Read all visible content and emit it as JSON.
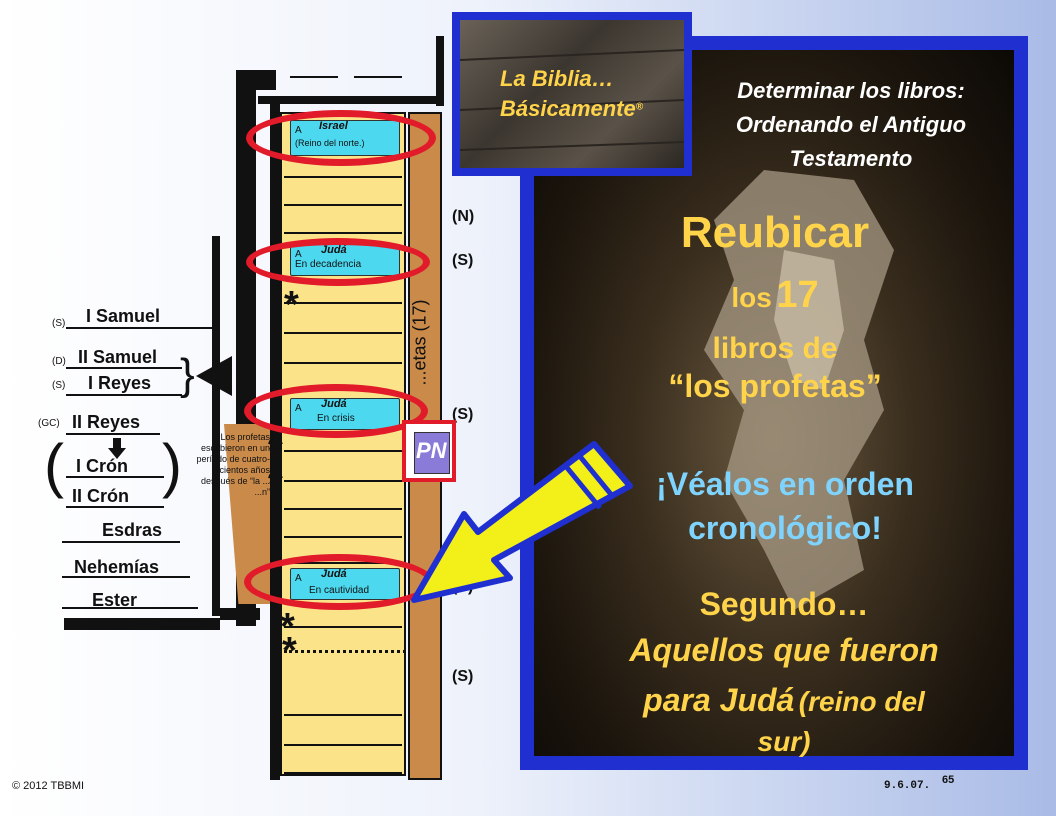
{
  "left_column": {
    "books": [
      {
        "tag": "(S)",
        "name": "I Samuel"
      },
      {
        "tag": "(D)",
        "name": "II Samuel"
      },
      {
        "tag": "(S)",
        "name": "I Reyes"
      },
      {
        "tag": "(GC)",
        "name": "II Reyes"
      },
      {
        "tag": "",
        "name": "I Crón"
      },
      {
        "tag": "",
        "name": "II Crón"
      },
      {
        "tag": "",
        "name": "Esdras"
      },
      {
        "tag": "",
        "name": "Nehemías"
      },
      {
        "tag": "",
        "name": "Ester"
      }
    ],
    "brace": "}",
    "paren_open": "(",
    "paren_close": ")"
  },
  "note_box": {
    "text": "Los profetas escribieron en un período de cuatro-cientos años después de “la ... ...n”"
  },
  "shelf": {
    "cards": [
      {
        "a": "A",
        "title": "Israel",
        "sub": "(Reino del norte.)"
      },
      {
        "a": "A",
        "title": "Judá",
        "sub": "En decadencia"
      },
      {
        "a": "A",
        "title": "Judá",
        "sub": "En crisis"
      },
      {
        "a": "A",
        "title": "Judá",
        "sub": "En cautividad"
      }
    ],
    "spine_label": "...etas (17)",
    "stars": [
      "*",
      "*",
      "*",
      "*",
      "*"
    ]
  },
  "ns_labels": [
    "(N)",
    "(S)",
    "(S)",
    "(S)",
    "(S)"
  ],
  "pn_badge": "PN",
  "logo": {
    "line1": "La Biblia…",
    "line2": "Básicamente",
    "mark": "®"
  },
  "panel": {
    "heading": [
      "Determinar los libros:",
      "Ordenando el Antiguo",
      "Testamento"
    ],
    "reubicar": "Reubicar",
    "los": "los",
    "number": "17",
    "libros_de": "libros de",
    "profetas": "“los profetas”",
    "vealos": [
      "¡Véalos en orden",
      "cronológico!"
    ],
    "segundo": "Segundo…",
    "aquellos": "Aquellos que fueron",
    "para_juda": "para Judá",
    "reino": "(reino del",
    "sur": "sur)"
  },
  "footer": {
    "copyright": "© 2012 TBBMI",
    "date": "9.6.07.",
    "page": "65"
  },
  "colors": {
    "panel_border": "#1f2fd0",
    "oval": "#e11b2a",
    "arrow": "#f2f018",
    "card": "#4cd9f0",
    "shelf": "#fbe38a",
    "spine": "#c98a4a"
  }
}
